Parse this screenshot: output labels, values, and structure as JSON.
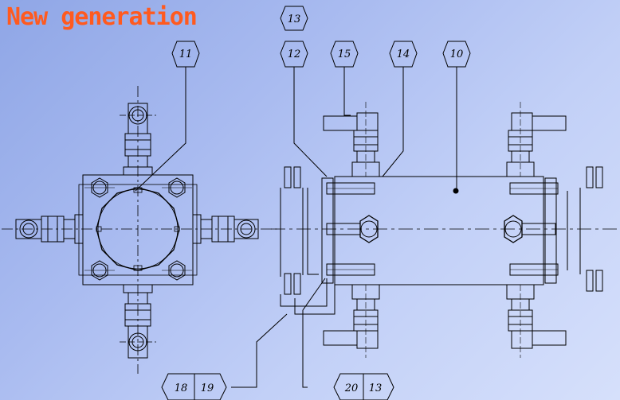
{
  "title": "New generation",
  "colors": {
    "title": "#ff5a1f",
    "line": "#000000",
    "background": "#b8c8f4"
  },
  "callouts": {
    "c13_top": "13",
    "c11": "11",
    "c12": "12",
    "c15": "15",
    "c14": "14",
    "c10": "10",
    "c18": "18",
    "c19": "19",
    "c20": "20",
    "c13_bottom": "13"
  }
}
